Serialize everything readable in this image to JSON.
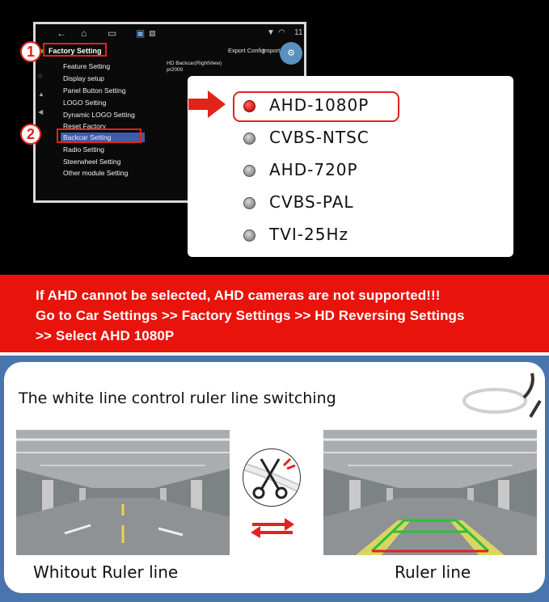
{
  "head_unit": {
    "header": {
      "title": "Factory Setting",
      "detail_title": "HD Backcar(RightView)",
      "detail_sub": "pr2000",
      "export_config": "Export Config",
      "import_config": "Import Config"
    },
    "menu_items": [
      "Feature Setting",
      "Display setup",
      "Panel Button Setting",
      "LOGO Setting",
      "Dynamic LOGO Setting",
      "Reset Factory",
      "Backcar Setting",
      "Radio Setting",
      "Steerwheel Setting",
      "Other module Setting"
    ],
    "selected_menu_index": 6
  },
  "steps": [
    "1",
    "2"
  ],
  "camera_options": {
    "selected": "AHD-1080P",
    "items": [
      "AHD-1080P",
      "CVBS-NTSC",
      "AHD-720P",
      "CVBS-PAL",
      "TVI-25Hz"
    ]
  },
  "banner": {
    "line1": "If AHD cannot be selected, AHD cameras are not supported!!!",
    "line2": "Go to Car Settings >> Factory Settings >> HD Reversing Settings",
    "line3": ">> Select AHD 1080P"
  },
  "ruler": {
    "title": "The white line control ruler line switching",
    "left_caption": "Whitout Ruler line",
    "right_caption": "Ruler line"
  },
  "colors": {
    "accent_red": "#e2231a",
    "banner_red": "#e8130b",
    "frame_blue": "#4a74ad",
    "menu_highlight": "#3f5ca6"
  }
}
